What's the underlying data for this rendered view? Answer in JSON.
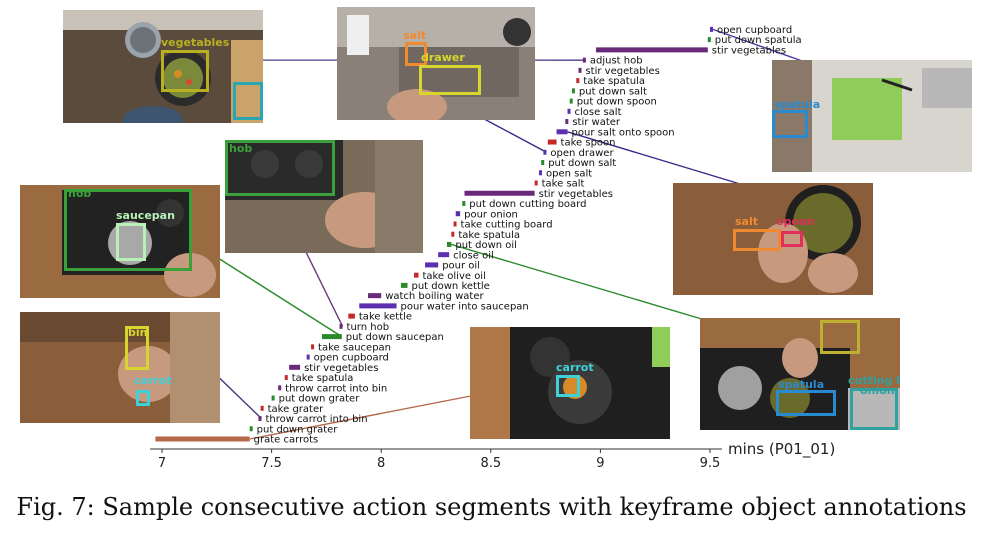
{
  "caption": "Fig. 7: Sample consecutive action segments with keyframe object annotations",
  "chart_data": {
    "type": "timeline",
    "xlabel": "mins (P01_01)",
    "xlim": [
      6.95,
      9.6
    ],
    "ticks": [
      "7",
      "7.5",
      "8",
      "8.5",
      "9",
      "9.5"
    ],
    "tick_values": [
      7,
      7.5,
      8,
      8.5,
      9,
      9.5
    ],
    "colors": {
      "grate": "#b5694a",
      "take": "#c62828",
      "put": "#2a8a2a",
      "open": "#5b2fb0",
      "pour": "#5b2fb0",
      "stir": "#6a2a7a",
      "other": "#6a2a7a"
    },
    "segments": [
      {
        "label": "grate carrots",
        "start": 6.97,
        "end": 7.4,
        "color": "grate"
      },
      {
        "label": "put down grater",
        "start": 7.4,
        "end": 7.41,
        "color": "put"
      },
      {
        "label": "throw carrot into bin",
        "start": 7.44,
        "end": 7.45,
        "color": "other"
      },
      {
        "label": "take grater",
        "start": 7.45,
        "end": 7.46,
        "color": "take"
      },
      {
        "label": "put down grater",
        "start": 7.5,
        "end": 7.51,
        "color": "put"
      },
      {
        "label": "throw carrot into bin",
        "start": 7.53,
        "end": 7.54,
        "color": "other"
      },
      {
        "label": "take spatula",
        "start": 7.56,
        "end": 7.57,
        "color": "take"
      },
      {
        "label": "stir vegetables",
        "start": 7.58,
        "end": 7.63,
        "color": "stir"
      },
      {
        "label": "open cupboard",
        "start": 7.66,
        "end": 7.67,
        "color": "open"
      },
      {
        "label": "take saucepan",
        "start": 7.68,
        "end": 7.69,
        "color": "take"
      },
      {
        "label": "put down saucepan",
        "start": 7.73,
        "end": 7.82,
        "color": "put"
      },
      {
        "label": "turn hob",
        "start": 7.81,
        "end": 7.82,
        "color": "other"
      },
      {
        "label": "take kettle",
        "start": 7.85,
        "end": 7.88,
        "color": "take"
      },
      {
        "label": "pour water into saucepan",
        "start": 7.9,
        "end": 8.07,
        "color": "pour"
      },
      {
        "label": "watch boiling water",
        "start": 7.94,
        "end": 8.0,
        "color": "stir"
      },
      {
        "label": "put down kettle",
        "start": 8.09,
        "end": 8.12,
        "color": "put"
      },
      {
        "label": "take olive oil",
        "start": 8.15,
        "end": 8.17,
        "color": "take"
      },
      {
        "label": "pour oil",
        "start": 8.2,
        "end": 8.26,
        "color": "pour"
      },
      {
        "label": "close oil",
        "start": 8.26,
        "end": 8.31,
        "color": "open"
      },
      {
        "label": "put down oil",
        "start": 8.3,
        "end": 8.32,
        "color": "put"
      },
      {
        "label": "take spatula",
        "start": 8.32,
        "end": 8.33,
        "color": "take"
      },
      {
        "label": "take cutting board",
        "start": 8.33,
        "end": 8.34,
        "color": "take"
      },
      {
        "label": "pour onion",
        "start": 8.34,
        "end": 8.36,
        "color": "pour"
      },
      {
        "label": "put down cutting board",
        "start": 8.37,
        "end": 8.38,
        "color": "put"
      },
      {
        "label": "stir vegetables",
        "start": 8.38,
        "end": 8.7,
        "color": "stir"
      },
      {
        "label": "take salt",
        "start": 8.7,
        "end": 8.71,
        "color": "take"
      },
      {
        "label": "open salt",
        "start": 8.72,
        "end": 8.73,
        "color": "open"
      },
      {
        "label": "put down salt",
        "start": 8.73,
        "end": 8.74,
        "color": "put"
      },
      {
        "label": "open drawer",
        "start": 8.74,
        "end": 8.75,
        "color": "open"
      },
      {
        "label": "take spoon",
        "start": 8.76,
        "end": 8.8,
        "color": "take"
      },
      {
        "label": "pour salt onto spoon",
        "start": 8.8,
        "end": 8.85,
        "color": "pour"
      },
      {
        "label": "stir water",
        "start": 8.84,
        "end": 8.85,
        "color": "stir"
      },
      {
        "label": "close salt",
        "start": 8.85,
        "end": 8.86,
        "color": "open"
      },
      {
        "label": "put down spoon",
        "start": 8.86,
        "end": 8.87,
        "color": "put"
      },
      {
        "label": "put down salt",
        "start": 8.87,
        "end": 8.88,
        "color": "put"
      },
      {
        "label": "take spatula",
        "start": 8.89,
        "end": 8.9,
        "color": "take"
      },
      {
        "label": "stir vegetables",
        "start": 8.9,
        "end": 8.91,
        "color": "stir"
      },
      {
        "label": "adjust hob",
        "start": 8.92,
        "end": 8.93,
        "color": "other"
      },
      {
        "label": "stir vegetables",
        "start": 8.98,
        "end": 9.49,
        "color": "stir"
      },
      {
        "label": "put down spatula",
        "start": 9.49,
        "end": 9.5,
        "color": "put"
      },
      {
        "label": "open cupboard",
        "start": 9.5,
        "end": 9.51,
        "color": "open"
      }
    ]
  },
  "keyframes": [
    {
      "id": "kf-vegetables",
      "boxes": [
        {
          "label": "vegetables",
          "color": "#b8b020"
        },
        {
          "label": "",
          "color": "#2aa6b0"
        }
      ],
      "link_segment": 37
    },
    {
      "id": "kf-salt-drawer",
      "boxes": [
        {
          "label": "salt",
          "color": "#f08a30"
        },
        {
          "label": "drawer",
          "color": "#d6d62e"
        }
      ],
      "link_segment": 28
    },
    {
      "id": "kf-spatula",
      "boxes": [
        {
          "label": "spatula",
          "color": "#2a8ad0"
        }
      ],
      "link_segment": 40
    },
    {
      "id": "kf-hob-top",
      "boxes": [
        {
          "label": "hob",
          "color": "#3aa03a"
        }
      ],
      "link_segment": 11
    },
    {
      "id": "kf-salt-spoon",
      "boxes": [
        {
          "label": "salt",
          "color": "#f08a30"
        },
        {
          "label": "spoon",
          "color": "#e0305a"
        }
      ],
      "link_segment": 30
    },
    {
      "id": "kf-hob-saucepan",
      "boxes": [
        {
          "label": "hob",
          "color": "#3aa03a"
        },
        {
          "label": "saucepan",
          "color": "#b8f0b8"
        }
      ],
      "link_segment": 10
    },
    {
      "id": "kf-bin-carrot",
      "boxes": [
        {
          "label": "bin",
          "color": "#d6d62e"
        },
        {
          "label": "carrot",
          "color": "#40d0d8"
        }
      ],
      "link_segment": 2
    },
    {
      "id": "kf-carrot-pan",
      "boxes": [
        {
          "label": "carrot",
          "color": "#40d0d8"
        }
      ],
      "link_segment": 0
    },
    {
      "id": "kf-cutting-onion",
      "boxes": [
        {
          "label": "",
          "color": "#c0b030"
        },
        {
          "label": "spatula",
          "color": "#2a8ad0"
        },
        {
          "label": "cutting b",
          "color": "#30a0a0"
        },
        {
          "label": "onion",
          "color": "#30a0a0"
        }
      ],
      "link_segment": 19
    }
  ]
}
